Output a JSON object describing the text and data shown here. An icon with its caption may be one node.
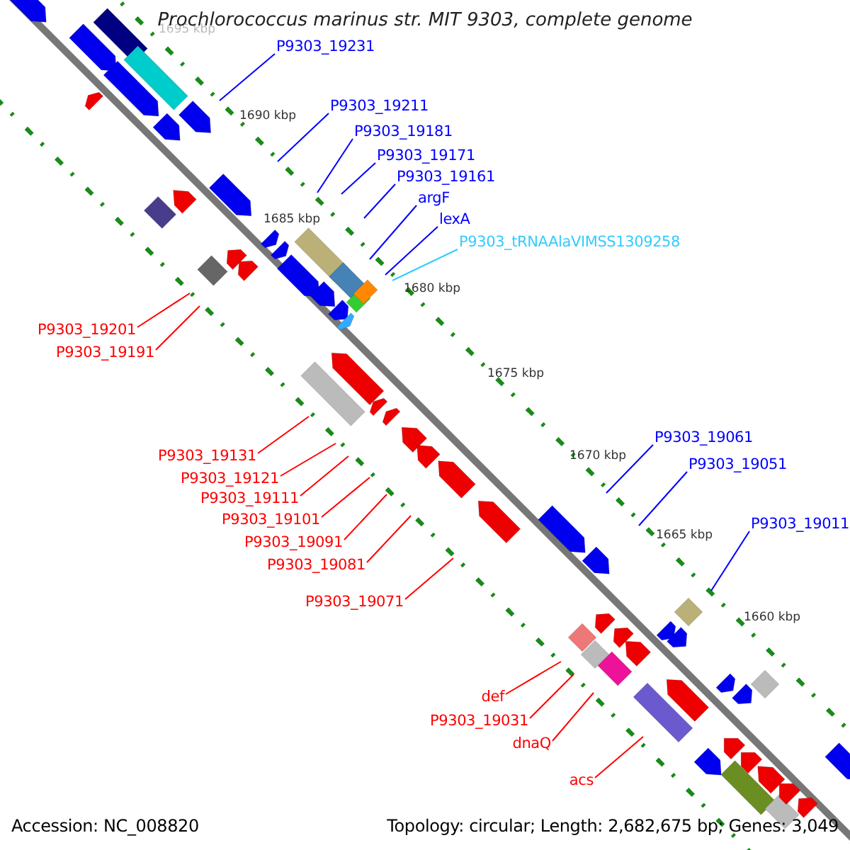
{
  "diagram": {
    "title": "Prochlorococcus marinus str. MIT 9303, complete genome",
    "nodes": [
      {
        "text": [
          "P9303_19231"
        ]
      },
      {
        "text": [
          "P9303_19211"
        ]
      },
      {
        "text": [
          "P9303_19181"
        ]
      },
      {
        "text": [
          "P9303_19171"
        ]
      },
      {
        "text": [
          "P9303_19161"
        ]
      },
      {
        "text": [
          "argF"
        ]
      },
      {
        "text": [
          "lexA"
        ]
      },
      {
        "text": [
          "P9303_tRNAAlaVIMSS1309258"
        ]
      },
      {
        "text": [
          "P9303_19201"
        ]
      },
      {
        "text": [
          "P9303_19191"
        ]
      },
      {
        "text": [
          "P9303_19131"
        ]
      },
      {
        "text": [
          "P9303_19121"
        ]
      },
      {
        "text": [
          "P9303_19111"
        ]
      },
      {
        "text": [
          "P9303_19101"
        ]
      },
      {
        "text": [
          "P9303_19091"
        ]
      },
      {
        "text": [
          "P9303_19081"
        ]
      },
      {
        "text": [
          "P9303_19071"
        ]
      },
      {
        "text": [
          "P9303_19061"
        ]
      },
      {
        "text": [
          "P9303_19051"
        ]
      },
      {
        "text": [
          "P9303_19011"
        ]
      },
      {
        "text": [
          "def"
        ]
      },
      {
        "text": [
          "P9303_19031"
        ]
      },
      {
        "text": [
          "dnaQ"
        ]
      },
      {
        "text": [
          "acs"
        ]
      }
    ],
    "edges": [
      {
        "from": 0,
        "to": null,
        "arrow": "none",
        "color": "#0000ff"
      },
      {
        "from": 1,
        "to": null,
        "arrow": "none",
        "color": "#0000ff"
      },
      {
        "from": 2,
        "to": null,
        "arrow": "none",
        "color": "#0000ff"
      },
      {
        "from": 3,
        "to": null,
        "arrow": "none",
        "color": "#0000ff"
      },
      {
        "from": 4,
        "to": null,
        "arrow": "none",
        "color": "#0000ff"
      },
      {
        "from": 5,
        "to": null,
        "arrow": "none",
        "color": "#0000ff"
      },
      {
        "from": 6,
        "to": null,
        "arrow": "none",
        "color": "#0000ff"
      },
      {
        "from": 7,
        "to": null,
        "arrow": "none",
        "color": "#33ccff"
      },
      {
        "from": 8,
        "to": null,
        "arrow": "none"
      },
      {
        "from": 9,
        "to": null,
        "arrow": "none"
      },
      {
        "from": 10,
        "to": null,
        "arrow": "none"
      },
      {
        "from": 11,
        "to": null,
        "arrow": "none"
      },
      {
        "from": 12,
        "to": null,
        "arrow": "none"
      },
      {
        "from": 13,
        "to": null,
        "arrow": "none"
      },
      {
        "from": 14,
        "to": null,
        "arrow": "none"
      },
      {
        "from": 15,
        "to": null,
        "arrow": "none"
      },
      {
        "from": 16,
        "to": null,
        "arrow": "none"
      },
      {
        "from": 17,
        "to": null,
        "arrow": "none",
        "color": "#0000ff"
      },
      {
        "from": 18,
        "to": null,
        "arrow": "none",
        "color": "#0000ff"
      },
      {
        "from": 19,
        "to": null,
        "arrow": "none",
        "color": "#0000ff"
      },
      {
        "from": 20,
        "to": null,
        "arrow": "none"
      },
      {
        "from": 21,
        "to": null,
        "arrow": "none"
      },
      {
        "from": 22,
        "to": null,
        "arrow": "none"
      },
      {
        "from": 23,
        "to": null,
        "arrow": "none"
      }
    ],
    "labels": [
      "1695 kbp",
      "1690 kbp",
      "1685 kbp",
      "1680 kbp",
      "1675 kbp",
      "1670 kbp",
      "1665 kbp",
      "1660 kbp",
      "Accession: NC_008820",
      "Topology: circular; Length: 2,682,675 bp; Genes: 3,049"
    ]
  }
}
